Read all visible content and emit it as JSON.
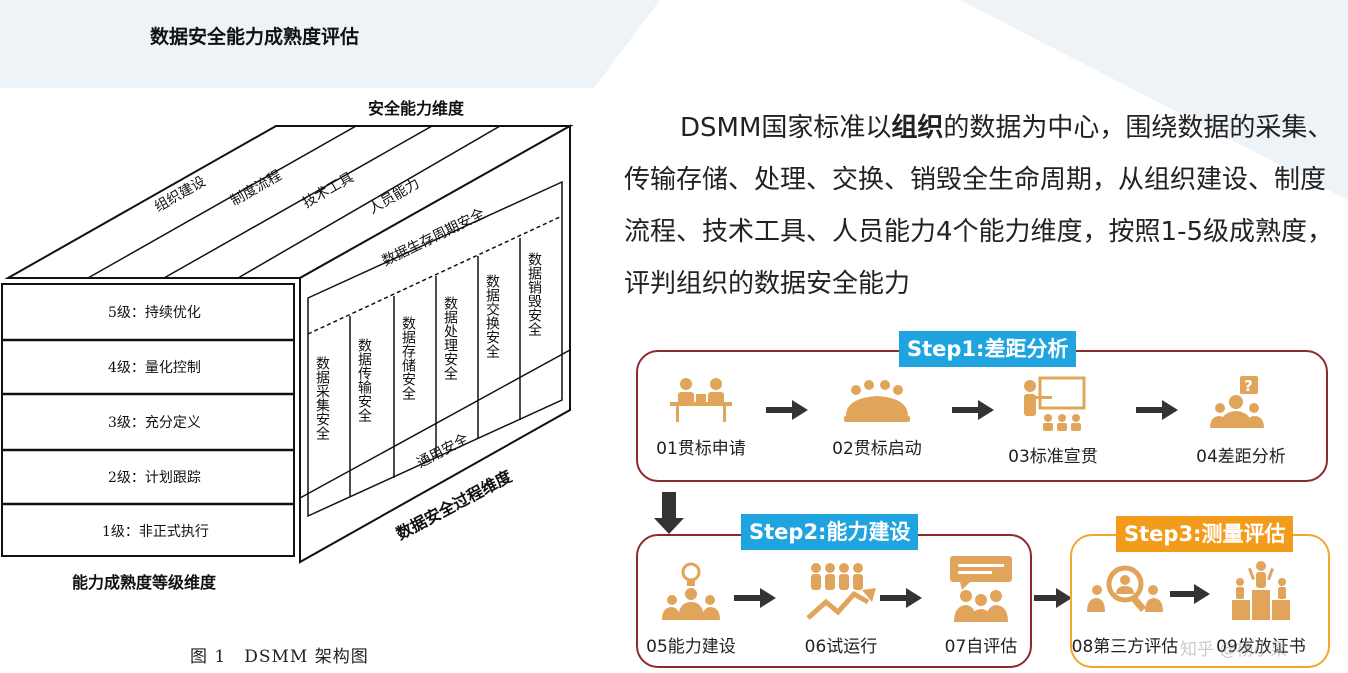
{
  "page_title": "数据安全能力成熟度评估",
  "figure": {
    "top_label": "安全能力维度",
    "capability_dims": [
      "组织建设",
      "制度流程",
      "技术工具",
      "人员能力"
    ],
    "lifecycle_label": "数据生存周期安全",
    "lifecycle_stages": [
      "数据采集安全",
      "数据传输安全",
      "数据存储安全",
      "数据处理安全",
      "数据交换安全",
      "数据销毁安全"
    ],
    "general_security": "通用安全",
    "process_dim_label": "数据安全过程维度",
    "levels": [
      "5级：持续优化",
      "4级：量化控制",
      "3级：充分定义",
      "2级：计划跟踪",
      "1级：非正式执行"
    ],
    "level_dim_label": "能力成熟度等级维度",
    "caption": "图 1　DSMM 架构图"
  },
  "paragraph": {
    "part1": "DSMM国家标准以",
    "bold": "组织",
    "part2": "的数据为中心，围绕数据的采集、传输存储、处理、交换、销毁全生命周期，从组织建设、制度流程、技术工具、人员能力4个能力维度，按照1-5级成熟度，评判组织的数据安全能力"
  },
  "steps": {
    "step1": {
      "label": "Step1:差距分析",
      "items": [
        {
          "label": "01贯标申请",
          "icon": "meeting-desk-icon"
        },
        {
          "label": "02贯标启动",
          "icon": "group-meeting-icon"
        },
        {
          "label": "03标准宣贯",
          "icon": "presentation-icon"
        },
        {
          "label": "04差距分析",
          "icon": "question-person-icon"
        }
      ]
    },
    "step2": {
      "label": "Step2:能力建设",
      "items": [
        {
          "label": "05能力建设",
          "icon": "lightbulb-team-icon"
        },
        {
          "label": "06试运行",
          "icon": "growth-chart-team-icon"
        },
        {
          "label": "07自评估",
          "icon": "chat-team-icon"
        }
      ]
    },
    "step3": {
      "label": "Step3:测量评估",
      "items": [
        {
          "label": "08第三方评估",
          "icon": "magnifier-team-icon"
        },
        {
          "label": "09发放证书",
          "icon": "podium-icon"
        }
      ]
    }
  },
  "watermark": "知乎 @杨小果",
  "colors": {
    "icon": "#e0a55a",
    "box_border": "#8b2b2b",
    "step_blue": "#1fa4df",
    "step_orange": "#f39c1c",
    "arrow": "#333333"
  }
}
